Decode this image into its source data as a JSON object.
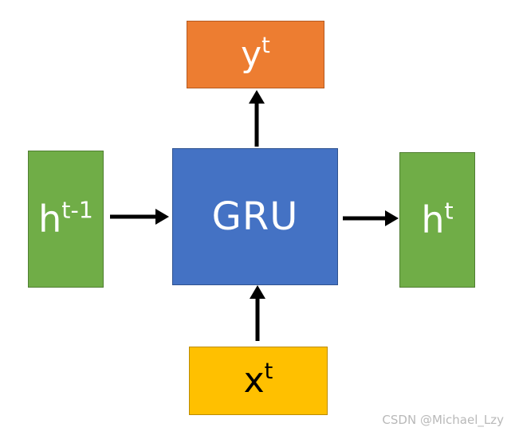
{
  "nodes": {
    "output": {
      "base": "y",
      "sup": "t",
      "color": "#ed7d31"
    },
    "cell": {
      "label": "GRU",
      "color": "#4472c4"
    },
    "prev_hidden": {
      "base": "h",
      "sup": "t-1",
      "color": "#70ad47"
    },
    "next_hidden": {
      "base": "h",
      "sup": "t",
      "color": "#70ad47"
    },
    "input": {
      "base": "x",
      "sup": "t",
      "color": "#ffc000",
      "text_color": "#000000"
    }
  },
  "edges": [
    {
      "from": "prev_hidden",
      "to": "cell"
    },
    {
      "from": "cell",
      "to": "next_hidden"
    },
    {
      "from": "input",
      "to": "cell"
    },
    {
      "from": "cell",
      "to": "output"
    }
  ],
  "arrow_color": "#000000",
  "watermark": "CSDN @Michael_Lzy"
}
